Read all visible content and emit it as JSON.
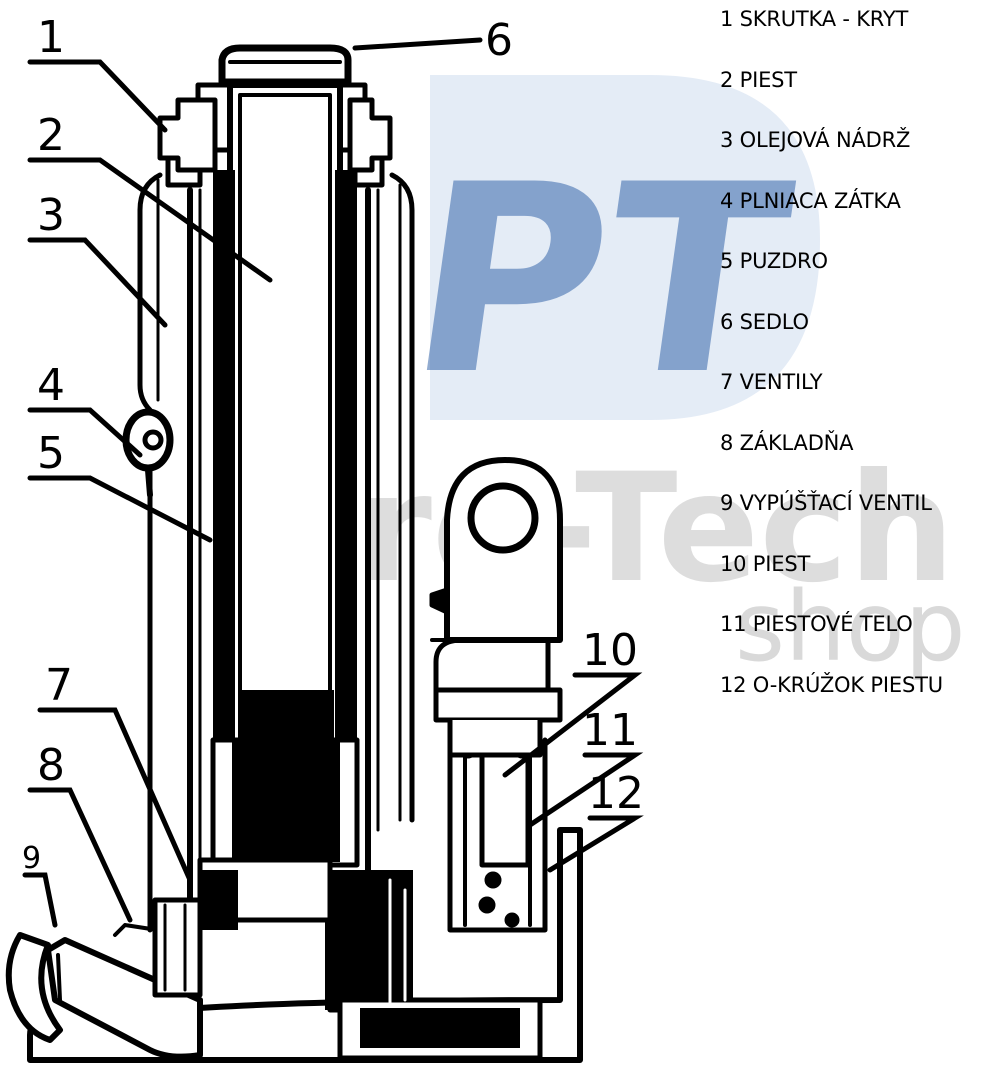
{
  "watermark": {
    "logo_text": "PT",
    "brand": "Pro-Tech",
    "sub": "shop",
    "color_dark": "#2c5fa6",
    "color_light": "#cfdcef",
    "color_gray": "#d9d9d9"
  },
  "callouts": [
    "1",
    "2",
    "3",
    "4",
    "5",
    "6",
    "7",
    "8",
    "9",
    "10",
    "11",
    "12"
  ],
  "legend": [
    "1 SKRUTKA - KRYT",
    "2 PIEST",
    "3 OLEJOVÁ NÁDRŽ",
    "4 PLNIACA ZÁTKA",
    "5 PUZDRO",
    "6 SEDLO",
    "7 VENTILY",
    "8 ZÁKLADŇA",
    "9 VYPÚŠŤACÍ VENTIL",
    "10 PIEST",
    "11 PIESTOVÉ TELO",
    "12 O-KRÚŽOK PIESTU"
  ]
}
